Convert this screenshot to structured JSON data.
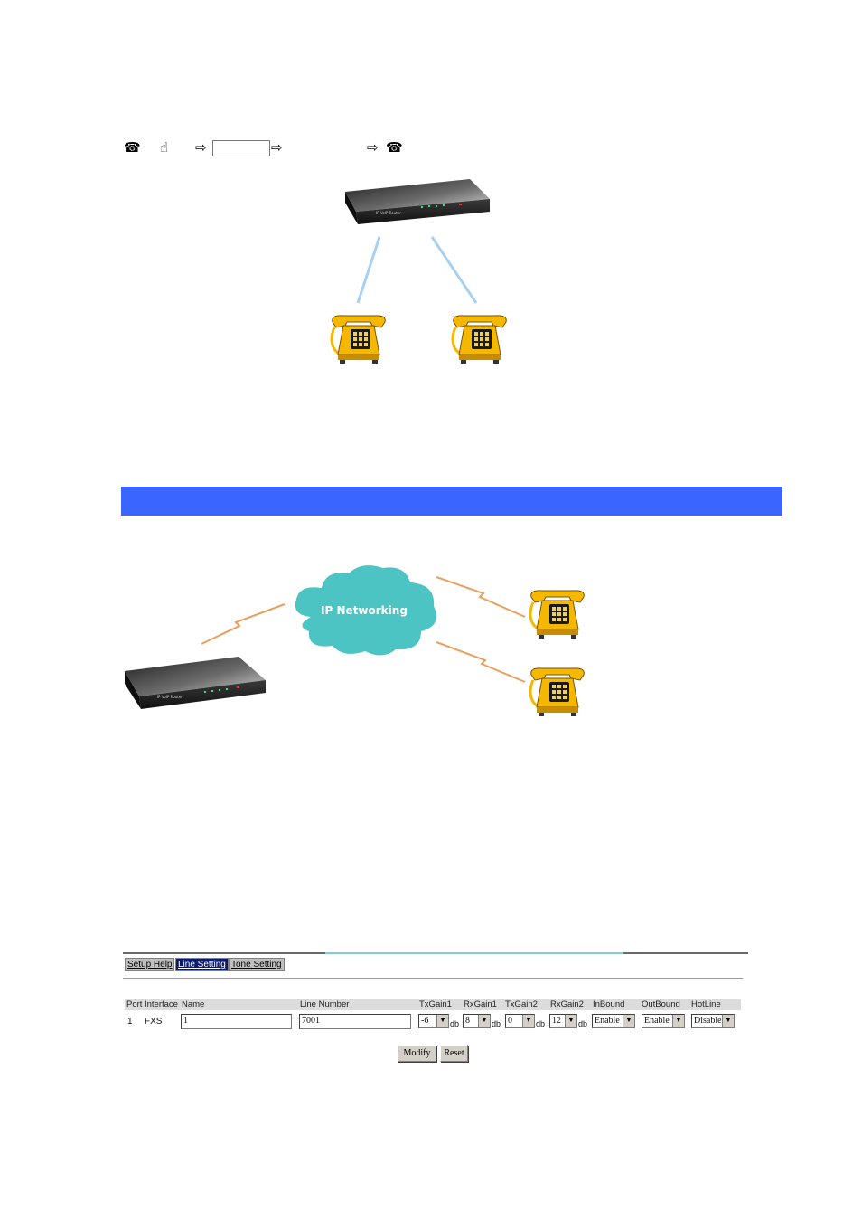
{
  "flow": {
    "glyphs": [
      "☎",
      "☝",
      "⇨",
      "⇨",
      "⇨",
      "☎"
    ]
  },
  "diagram_top": {
    "device_label": "IP VoIP Router"
  },
  "diagram_bottom": {
    "cloud_label": "IP Networking",
    "device_label": "IP VoIP Router"
  },
  "colors": {
    "band": "#3a66ff",
    "cloud": "#4cc4c4",
    "phone": "#f5b800",
    "tab_active": "#0a1a6e"
  },
  "web_ui": {
    "tabs": [
      {
        "label": "Setup Help",
        "active": false
      },
      {
        "label": "Line Setting",
        "active": true
      },
      {
        "label": "Tone Setting",
        "active": false
      }
    ],
    "table": {
      "headers": [
        "Port",
        "Interface",
        "Name",
        "Line Number",
        "TxGain1",
        "RxGain1",
        "TxGain2",
        "RxGain2",
        "InBound",
        "OutBound",
        "HotLine"
      ],
      "row": {
        "port": "1",
        "interface": "FXS",
        "name": "1",
        "line_number": "7001",
        "txgain1": "-6",
        "rxgain1": "8",
        "txgain2": "0",
        "rxgain2": "12",
        "inbound": "Enable",
        "outbound": "Enable",
        "hotline": "Disable",
        "unit": "db"
      }
    },
    "buttons": {
      "modify": "Modify",
      "reset": "Reset"
    }
  }
}
